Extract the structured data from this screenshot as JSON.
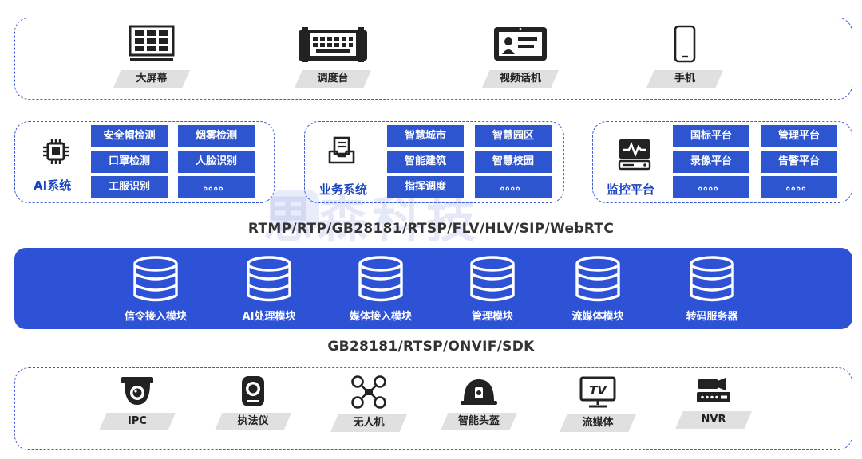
{
  "terminals": [
    {
      "icon": "video-wall-icon",
      "label": "大屏幕"
    },
    {
      "icon": "dispatch-console-icon",
      "label": "调度台"
    },
    {
      "icon": "video-phone-icon",
      "label": "视频话机"
    },
    {
      "icon": "mobile-phone-icon",
      "label": "手机"
    }
  ],
  "systems": [
    {
      "icon": "chip-icon",
      "label": "AI系统",
      "items": [
        "安全帽检测",
        "烟雾检测",
        "口罩检测",
        "人脸识别",
        "工服识别",
        "。。。。"
      ]
    },
    {
      "icon": "document-tray-icon",
      "label": "业务系统",
      "items": [
        "智慧城市",
        "智慧园区",
        "智能建筑",
        "智慧校园",
        "指挥调度",
        "。。。。"
      ]
    },
    {
      "icon": "monitor-pulse-icon",
      "label": "监控平台",
      "items": [
        "国标平台",
        "管理平台",
        "录像平台",
        "告警平台",
        "。。。。",
        "。。。。"
      ]
    }
  ],
  "watermark": "思森科技",
  "protocols_top": "RTMP/RTP/GB28181/RTSP/FLV/HLV/SIP/WebRTC",
  "modules": [
    "信令接入模块",
    "AI处理模块",
    "媒体接入模块",
    "管理模块",
    "流媒体模块",
    "转码服务器"
  ],
  "protocols_bottom": "GB28181/RTSP/ONVIF/SDK",
  "devices": [
    {
      "icon": "dome-camera-icon",
      "label": "IPC"
    },
    {
      "icon": "body-camera-icon",
      "label": "执法仪"
    },
    {
      "icon": "drone-icon",
      "label": "无人机"
    },
    {
      "icon": "smart-helmet-icon",
      "label": "智能头盔"
    },
    {
      "icon": "tv-icon",
      "label": "流媒体"
    },
    {
      "icon": "nvr-icon",
      "label": "NVR"
    }
  ],
  "colors": {
    "accent": "#2d52d6",
    "chip": "#2e55d0",
    "border": "#3b5bd6",
    "label_bg": "#e0e0e0"
  }
}
